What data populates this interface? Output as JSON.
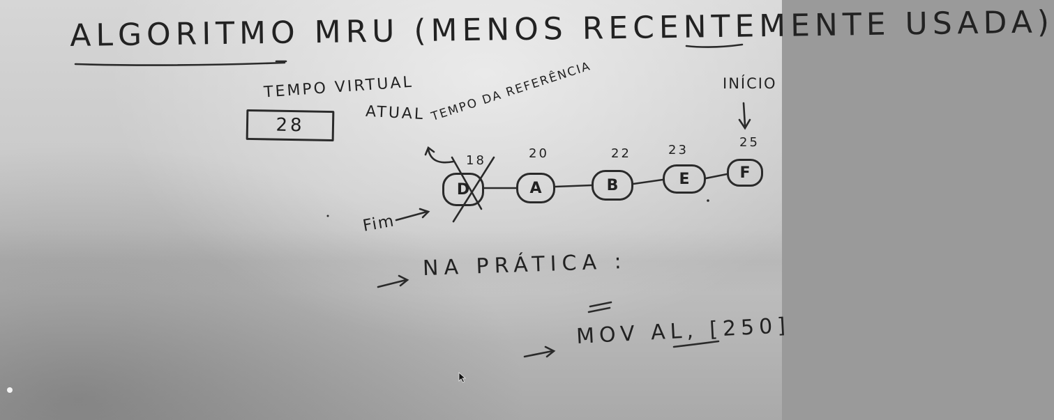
{
  "whiteboard": {
    "title": "ALGORITMO MRU (MENOS RECENTEMENTE USADA)",
    "tempo_virtual_label": "TEMPO VIRTUAL",
    "atual_label": "ATUAL",
    "tempo_virtual_value": "28",
    "tempo_referencia_label": "TEMPO DA REFERÊNCIA",
    "inicio_label": "INÍCIO",
    "fim_label": "Fim",
    "list": [
      {
        "page": "D",
        "time": "18",
        "crossed_out": true
      },
      {
        "page": "A",
        "time": "20"
      },
      {
        "page": "B",
        "time": "22"
      },
      {
        "page": "E",
        "time": "23"
      },
      {
        "page": "F",
        "time": "25"
      }
    ],
    "na_pratica_label": "NA PRÁTICA :",
    "instruction": "MOV AL, [250]"
  },
  "colors": {
    "ink": "#222222",
    "board": "#cfcfcf"
  },
  "icons": {
    "cursor": "mouse-pointer-icon"
  }
}
